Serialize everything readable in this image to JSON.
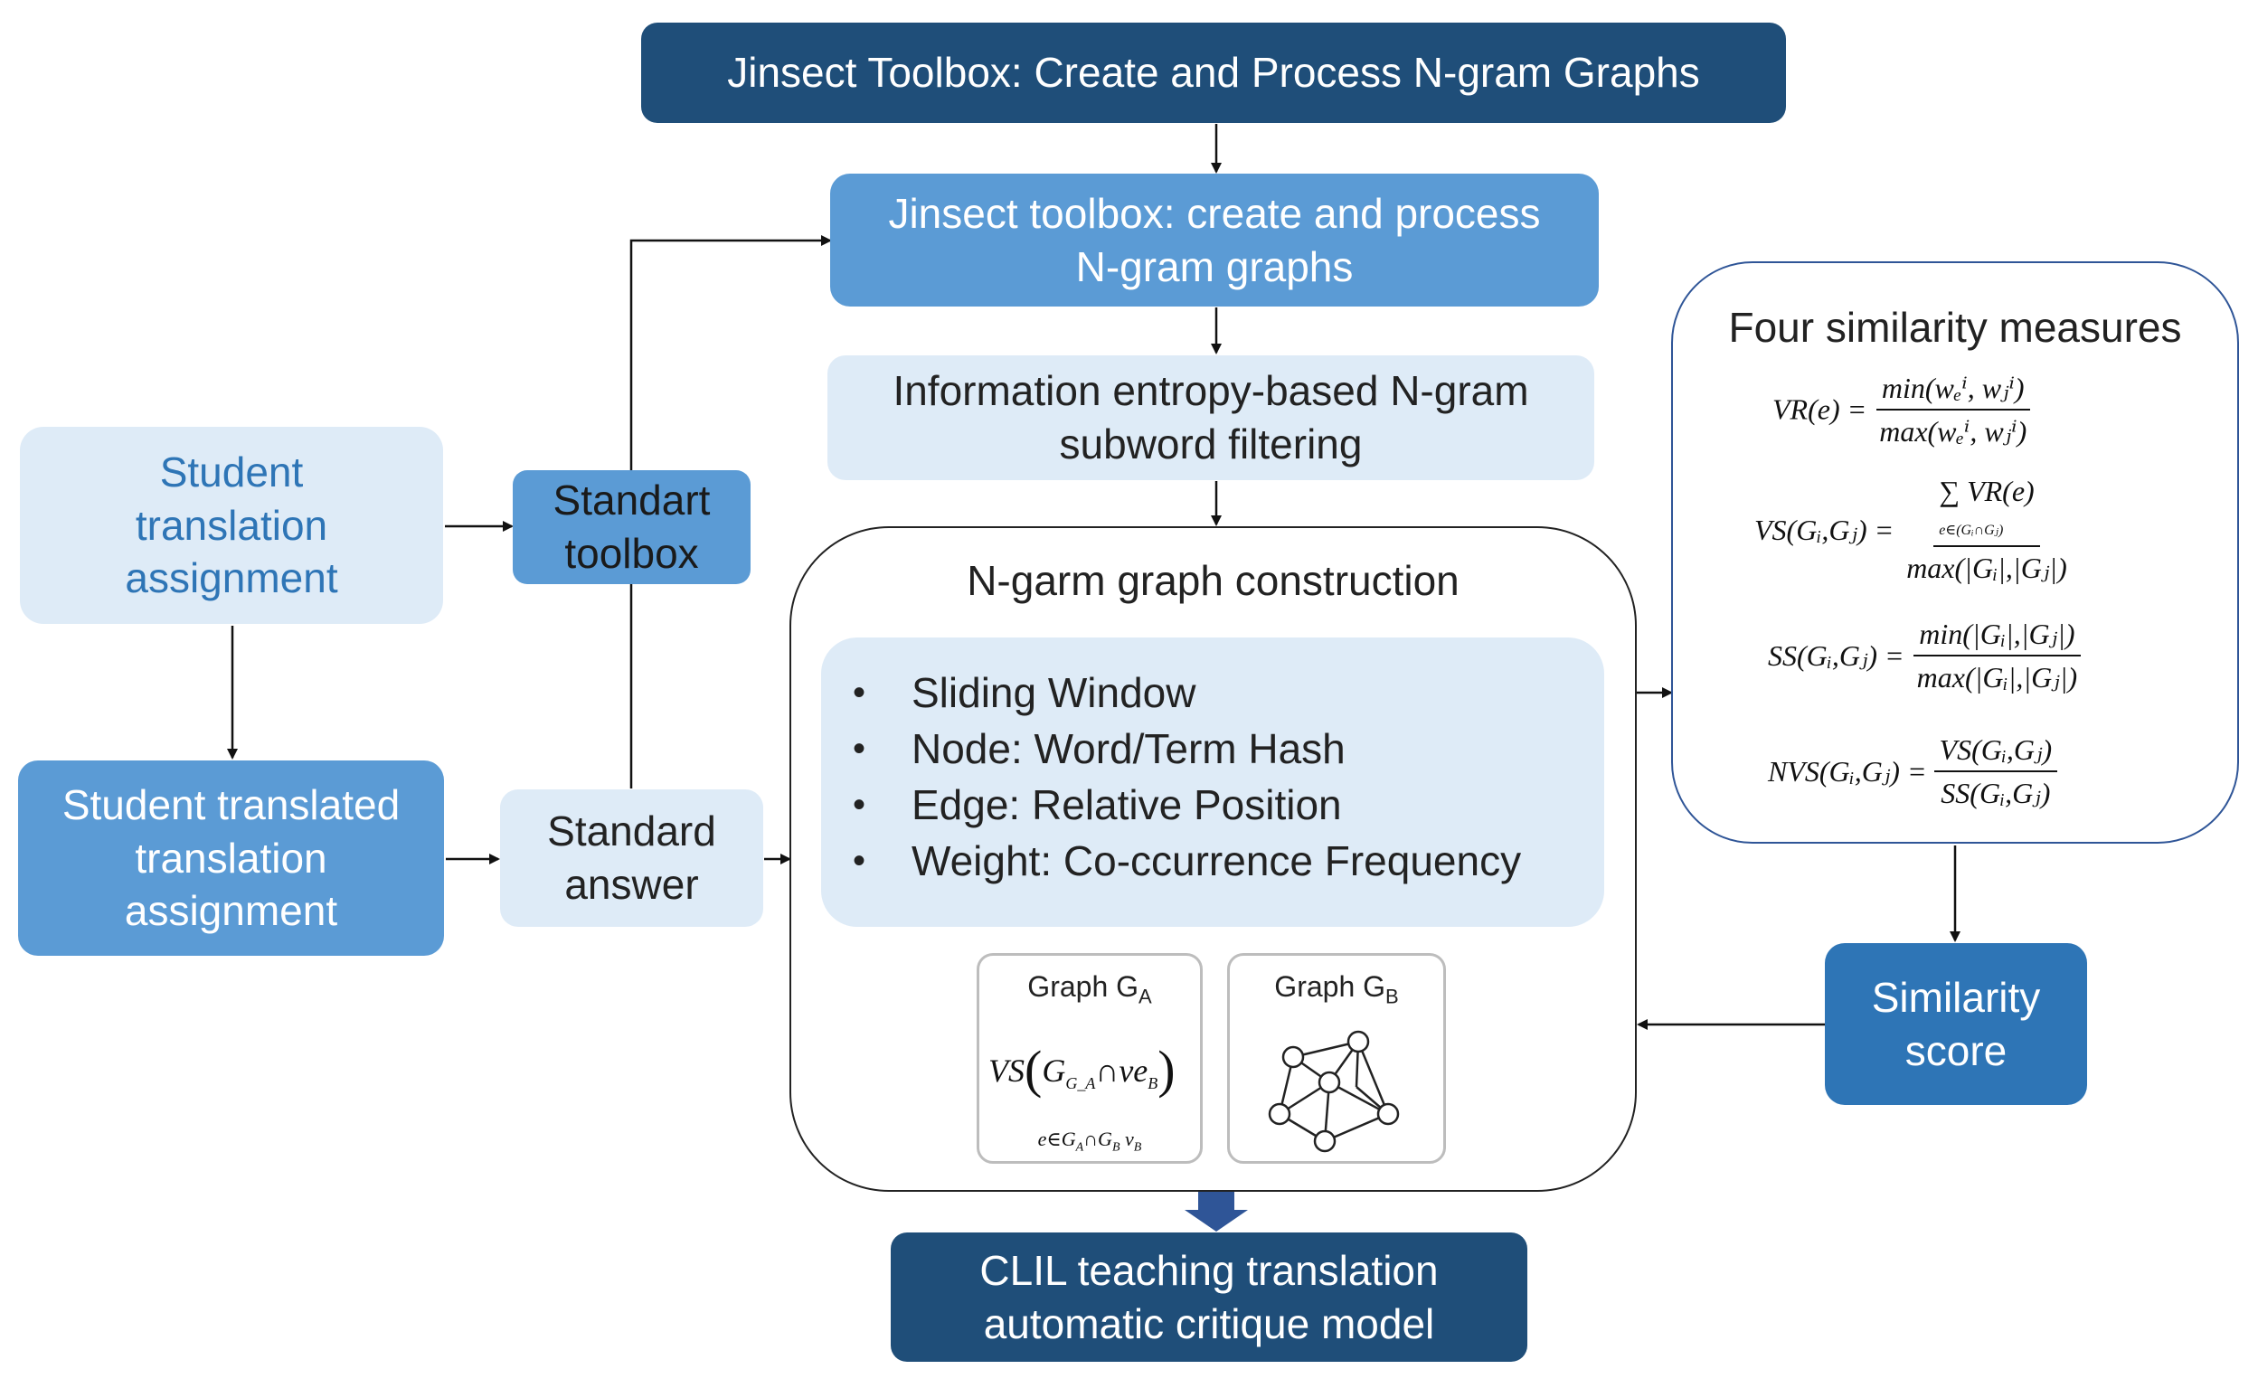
{
  "boxes": {
    "top_title": "Jinsect Toolbox: Create and Process N-gram Graphs",
    "jinsect_line1": "Jinsect toolbox: create and process",
    "jinsect_line2": "N-gram graphs",
    "entropy_line1": "Information entropy-based N-gram",
    "entropy_line2": "subword filtering",
    "student_assignment_line1": "Student",
    "student_assignment_line2": "translation",
    "student_assignment_line3": "assignment",
    "standart_toolbox_line1": "Standart",
    "standart_toolbox_line2": "toolbox",
    "student_translated_line1": "Student translated",
    "student_translated_line2": "translation",
    "student_translated_line3": "assignment",
    "standard_answer_line1": "Standard",
    "standard_answer_line2": "answer",
    "construction_title": "N-garm graph construction",
    "similarity_line1": "Similarity",
    "similarity_line2": "score",
    "clil_line1": "CLIL teaching translation",
    "clil_line2": "automatic critique model"
  },
  "construction_items": [
    "Sliding Window",
    "Node: Word/Term Hash",
    "Edge: Relative Position",
    "Weight: Co-ccurrence Frequency"
  ],
  "graphs": {
    "a_title": "Graph G",
    "a_sub": "A",
    "b_title": "Graph G",
    "b_sub": "B"
  },
  "measures": {
    "title": "Four similarity measures",
    "vr_lhs": "VR(e) =",
    "vr_num": "min(wₑⁱ, wⱼⁱ)",
    "vr_den": "max(wₑⁱ, wⱼⁱ)",
    "vs_lhs": "VS(Gᵢ,Gⱼ) =",
    "vs_num": "∑ VR(e)",
    "vs_num_sub": "e∈(Gᵢ∩Gⱼ)",
    "vs_den": "max(|Gᵢ|,|Gⱼ|)",
    "ss_lhs": "SS(Gᵢ,Gⱼ) =",
    "ss_num": "min(|Gᵢ|,|Gⱼ|)",
    "ss_den": "max(|Gᵢ|,|Gⱼ|)",
    "nvs_lhs": "NVS(Gᵢ,Gⱼ) =",
    "nvs_num": "VS(Gᵢ,Gⱼ)",
    "nvs_den": "SS(Gᵢ,Gⱼ)"
  },
  "graph_a_formula": {
    "vs": "VS",
    "inner": "G",
    "inner_sub": "G_A",
    "inner_rest": "∩ve",
    "inner_rest_sub": "B",
    "under": "e∈G",
    "under_sub": "A",
    "under_rest": "∩G",
    "under_rest_sub": "B",
    "under_tail": "v",
    "under_tail_sub": "B"
  },
  "colors": {
    "dark": "#1f4e79",
    "mid": "#5b9bd5",
    "light": "#deebf7",
    "student_text": "#2e75b6",
    "arrow": "#111111",
    "outline_blue": "#2f5597",
    "merge_arrow": "#2f5597"
  }
}
